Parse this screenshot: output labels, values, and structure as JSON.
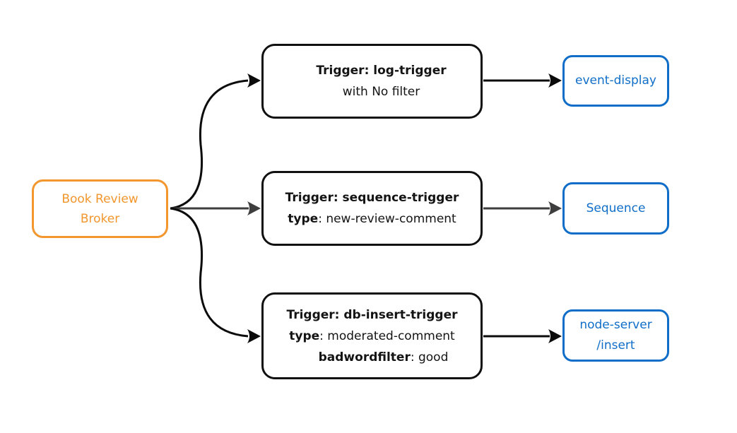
{
  "colors": {
    "accent_orange": "#F2962D",
    "accent_blue": "#106EC8",
    "arrow_black": "#0B0B0B",
    "arrow_grey": "#3E3E3E",
    "node_border_black": "#101010",
    "bg": "#FFFFFF"
  },
  "broker": {
    "lines": [
      "Book Review",
      "Broker"
    ]
  },
  "triggers": [
    {
      "title": "Trigger: log-trigger",
      "lines": [
        {
          "bold": "",
          "rest": "with No filter"
        }
      ]
    },
    {
      "title": "Trigger: sequence-trigger",
      "lines": [
        {
          "bold": "type",
          "rest": ": new-review-comment"
        }
      ]
    },
    {
      "title": "Trigger: db-insert-trigger",
      "lines": [
        {
          "bold": "type",
          "rest": ": moderated-comment"
        },
        {
          "bold": "badwordfilter",
          "rest": ": good"
        }
      ]
    }
  ],
  "sinks": [
    {
      "lines": [
        "event-display"
      ]
    },
    {
      "lines": [
        "Sequence"
      ]
    },
    {
      "lines": [
        "node-server",
        "/insert"
      ]
    }
  ]
}
